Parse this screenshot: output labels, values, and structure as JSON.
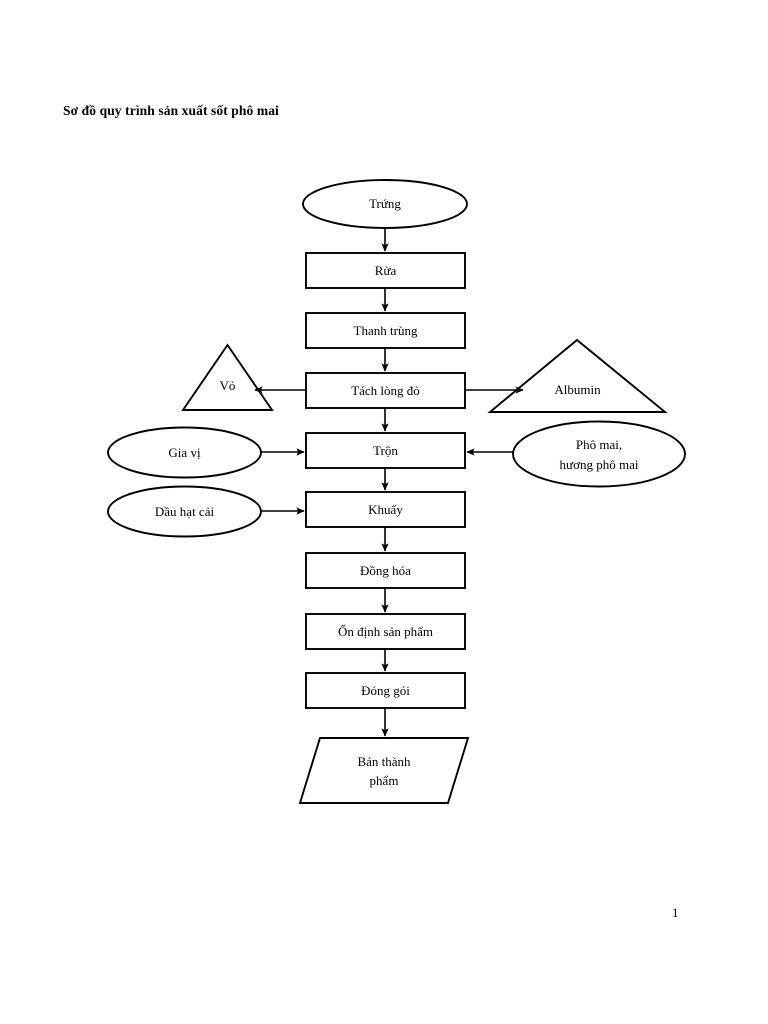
{
  "document": {
    "title": "Sơ đồ quy trình sản xuất sốt phô mai",
    "page_number": "1"
  },
  "chart_data": {
    "type": "diagram",
    "diagram_kind": "process-flowchart",
    "title": "Sơ đồ quy trình sản xuất sốt phô mai",
    "orientation": "top-to-bottom",
    "colors": {
      "stroke": "#000000",
      "fill": "#ffffff",
      "text": "#000000"
    },
    "nodes": [
      {
        "id": "trung",
        "label": "Trứng",
        "shape": "ellipse",
        "role": "raw-material"
      },
      {
        "id": "rua",
        "label": "Rửa",
        "shape": "rectangle",
        "role": "process"
      },
      {
        "id": "thanh-trung",
        "label": "Thanh trùng",
        "shape": "rectangle",
        "role": "process"
      },
      {
        "id": "tach-long-do",
        "label": "Tách lòng đỏ",
        "shape": "rectangle",
        "role": "process"
      },
      {
        "id": "vo",
        "label": "Vỏ",
        "shape": "triangle",
        "role": "by-product"
      },
      {
        "id": "albumin",
        "label": "Albumin",
        "shape": "triangle",
        "role": "by-product"
      },
      {
        "id": "gia-vi",
        "label": "Gia vị",
        "shape": "ellipse",
        "role": "ingredient"
      },
      {
        "id": "pho-mai",
        "label": "Phô mai,\nhương phô mai",
        "shape": "ellipse",
        "role": "ingredient"
      },
      {
        "id": "tron",
        "label": "Trộn",
        "shape": "rectangle",
        "role": "process"
      },
      {
        "id": "dau-hat-cai",
        "label": "Dầu hạt cải",
        "shape": "ellipse",
        "role": "ingredient"
      },
      {
        "id": "khuay",
        "label": "Khuấy",
        "shape": "rectangle",
        "role": "process"
      },
      {
        "id": "dong-hoa",
        "label": "Đồng hóa",
        "shape": "rectangle",
        "role": "process"
      },
      {
        "id": "on-dinh",
        "label": "Ổn định sản phẩm",
        "shape": "rectangle",
        "role": "process"
      },
      {
        "id": "dong-goi",
        "label": "Đóng gói",
        "shape": "rectangle",
        "role": "process"
      },
      {
        "id": "ban-thanh-pham",
        "label": "Bán thành\nphẩm",
        "shape": "parallelogram",
        "role": "output"
      }
    ],
    "edges": [
      {
        "from": "trung",
        "to": "rua",
        "direction": "down"
      },
      {
        "from": "rua",
        "to": "thanh-trung",
        "direction": "down"
      },
      {
        "from": "thanh-trung",
        "to": "tach-long-do",
        "direction": "down"
      },
      {
        "from": "tach-long-do",
        "to": "vo",
        "direction": "left"
      },
      {
        "from": "tach-long-do",
        "to": "albumin",
        "direction": "right"
      },
      {
        "from": "tach-long-do",
        "to": "tron",
        "direction": "down"
      },
      {
        "from": "gia-vi",
        "to": "tron",
        "direction": "right"
      },
      {
        "from": "pho-mai",
        "to": "tron",
        "direction": "left"
      },
      {
        "from": "tron",
        "to": "khuay",
        "direction": "down"
      },
      {
        "from": "dau-hat-cai",
        "to": "khuay",
        "direction": "right"
      },
      {
        "from": "khuay",
        "to": "dong-hoa",
        "direction": "down"
      },
      {
        "from": "dong-hoa",
        "to": "on-dinh",
        "direction": "down"
      },
      {
        "from": "on-dinh",
        "to": "dong-goi",
        "direction": "down"
      },
      {
        "from": "dong-goi",
        "to": "ban-thanh-pham",
        "direction": "down"
      }
    ]
  },
  "flowchart": {
    "trung": "Trứng",
    "rua": "Rửa",
    "thanh_trung": "Thanh trùng",
    "tach_long_do": "Tách lòng đỏ",
    "vo": "Vỏ",
    "albumin": "Albumin",
    "gia_vi": "Gia vị",
    "pho_mai": "Phô mai,\nhương phô mai",
    "tron": "Trộn",
    "dau_hat_cai": "Dầu hạt cải",
    "khuay": "Khuấy",
    "dong_hoa": "Đồng hóa",
    "on_dinh": "Ổn định sản phẩm",
    "dong_goi": "Đóng gói",
    "ban_thanh_pham": "Bán thành\nphẩm"
  }
}
